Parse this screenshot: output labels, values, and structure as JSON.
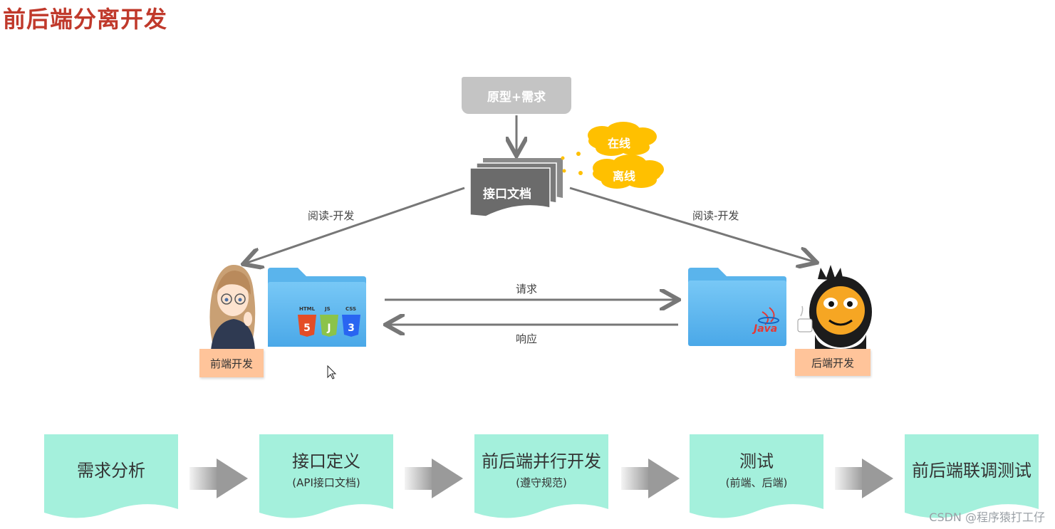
{
  "title": "前后端分离开发",
  "prototype_label": "原型+需求",
  "doc_label": "接口文档",
  "online_label": "在线",
  "offline_label": "离线",
  "read_dev_left": "阅读-开发",
  "read_dev_right": "阅读-开发",
  "request_label": "请求",
  "response_label": "响应",
  "frontend_tag": "前端开发",
  "backend_tag": "后端开发",
  "frontend_icons": [
    "HTML",
    "JS",
    "CSS"
  ],
  "java_label": "Java",
  "stages": [
    {
      "main": "需求分析",
      "sub": ""
    },
    {
      "main": "接口定义",
      "sub": "(API接口文档)"
    },
    {
      "main": "前后端并行开发",
      "sub": "(遵守规范)"
    },
    {
      "main": "测试",
      "sub": "(前端、后端)"
    },
    {
      "main": "前后端联调测试",
      "sub": ""
    }
  ],
  "watermark": "CSDN @程序猿打工仔",
  "colors": {
    "title": "#c0392b",
    "stage_fill": "#a4f0dc",
    "cloud": "#ffc000",
    "folder": "#5ab4ec",
    "tag": "#ffc49a",
    "doc": "#6b6b6b"
  }
}
